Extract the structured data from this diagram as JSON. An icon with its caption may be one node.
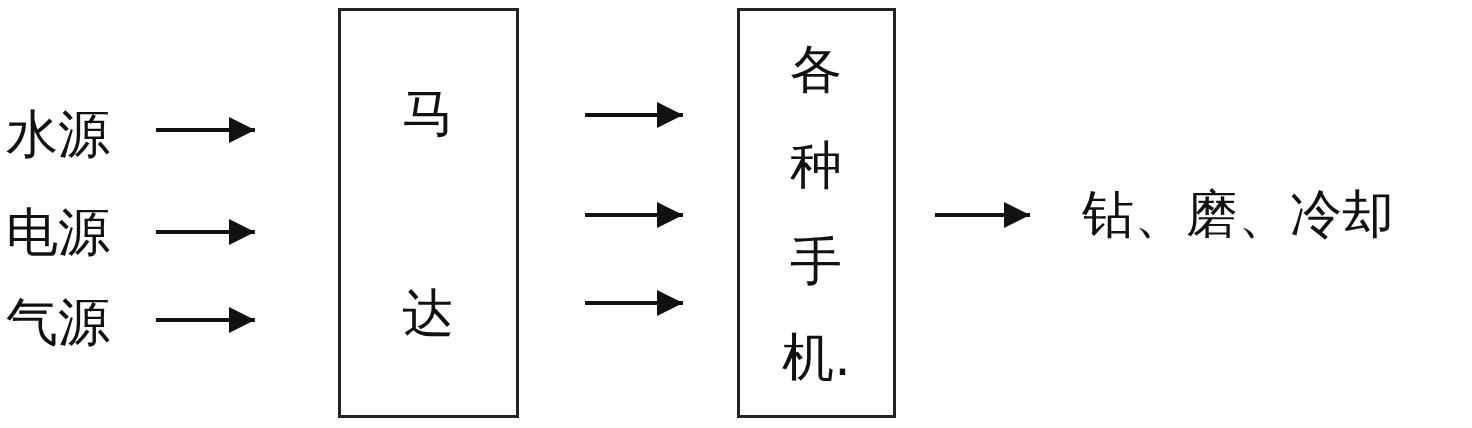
{
  "diagram": {
    "nodes": [
      {
        "text": [
          "水源"
        ]
      },
      {
        "text": [
          "电源"
        ]
      },
      {
        "text": [
          "气源"
        ]
      },
      {
        "text": [
          "马达"
        ]
      },
      {
        "text": [
          "各种手机."
        ]
      },
      {
        "text": [
          "钻、磨、冷却"
        ]
      }
    ],
    "edges": [
      {
        "from": 0,
        "to": 3,
        "arrow": "to"
      },
      {
        "from": 1,
        "to": 3,
        "arrow": "to"
      },
      {
        "from": 2,
        "to": 3,
        "arrow": "to"
      },
      {
        "from": 3,
        "to": 4,
        "arrow": "to"
      },
      {
        "from": 3,
        "to": 4,
        "arrow": "to"
      },
      {
        "from": 3,
        "to": 4,
        "arrow": "to"
      },
      {
        "from": 4,
        "to": 5,
        "arrow": "to"
      }
    ]
  }
}
